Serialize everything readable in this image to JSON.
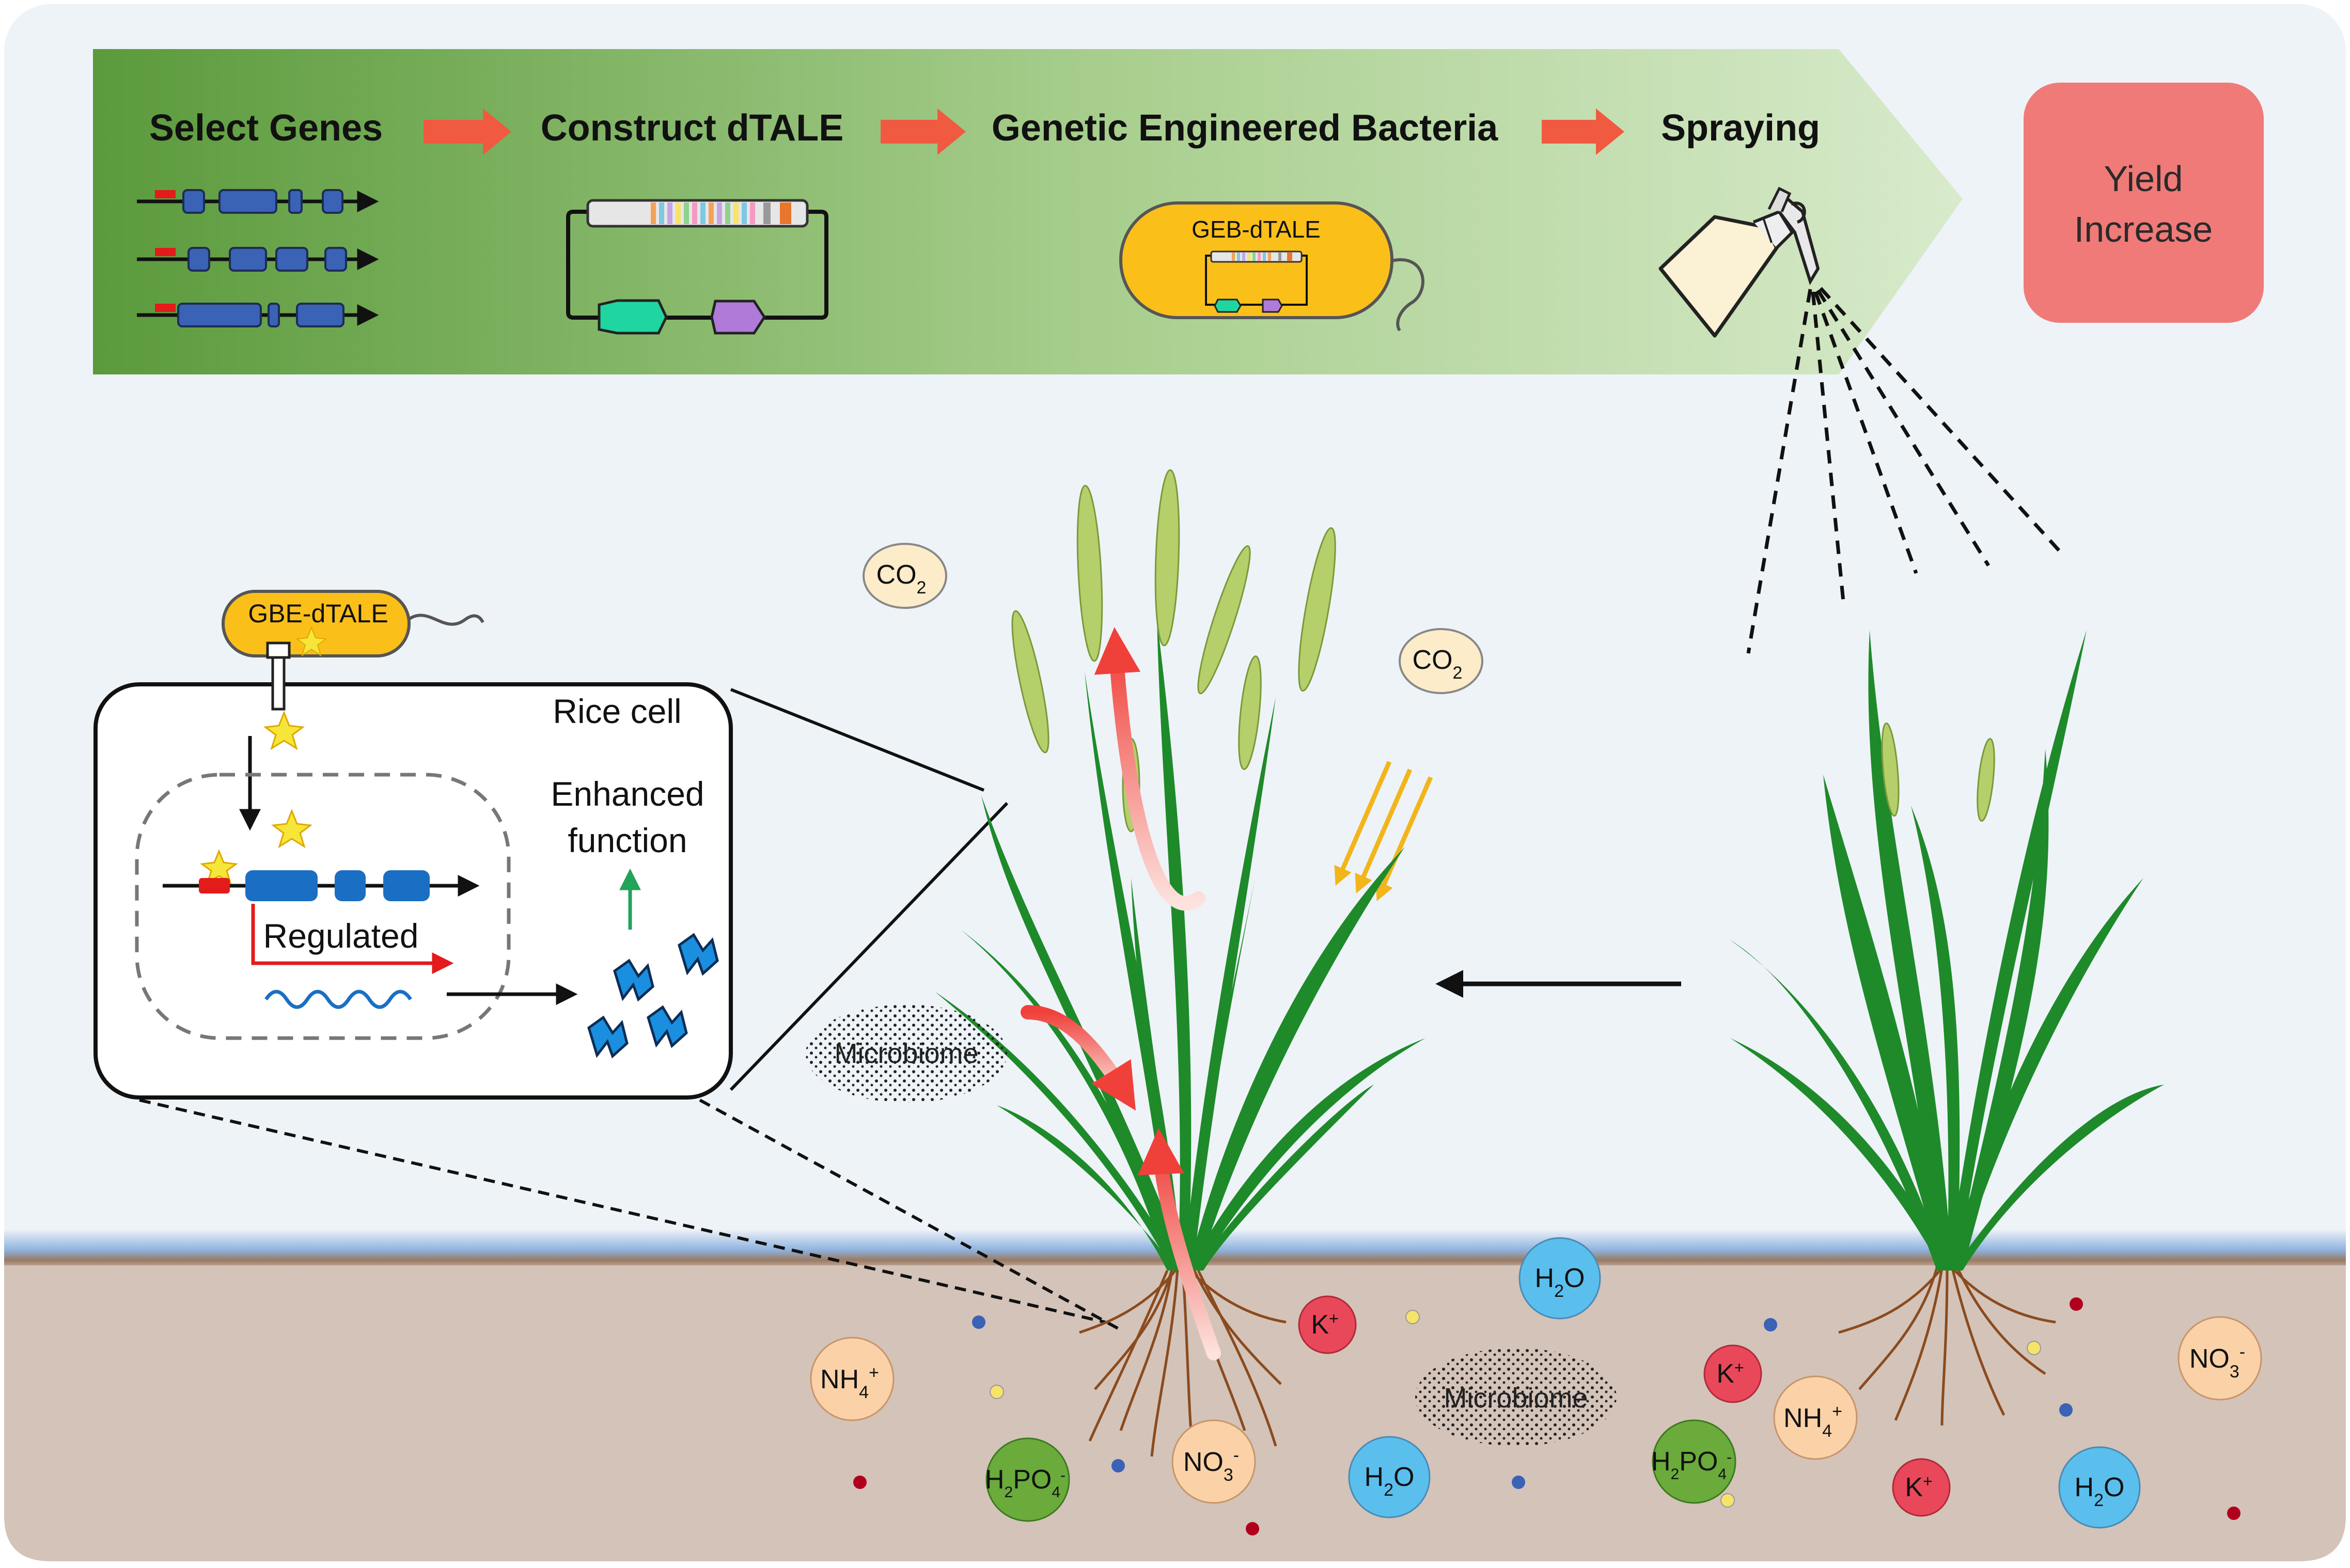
{
  "pipeline": {
    "steps": [
      {
        "label": "Select Genes"
      },
      {
        "label": "Construct dTALE"
      },
      {
        "label": "Genetic Engineered Bacteria"
      },
      {
        "label": "Spraying"
      }
    ],
    "result_line1": "Yield",
    "result_line2": "Increase",
    "bacterium_label": "GEB-dTALE"
  },
  "cell_panel": {
    "bacterium_label": "GBE-dTALE",
    "title": "Rice cell",
    "enhanced_line1": "Enhanced",
    "enhanced_line2": "function",
    "regulated_label": "Regulated"
  },
  "environment": {
    "microbiome_label": "Microbiome",
    "molecules": {
      "co2": "CO",
      "co2_sub": "2",
      "h2o_a": "H",
      "h2o_sub": "2",
      "h2o_b": "O",
      "k": "K",
      "k_sup": "+",
      "nh4": "NH",
      "nh4_sub": "4",
      "nh4_sup": "+",
      "no3": "NO",
      "no3_sub": "3",
      "no3_sup": "-",
      "h2po4_a": "H",
      "h2po4_sub1": "2",
      "h2po4_b": "PO",
      "h2po4_sub2": "4",
      "h2po4_sup": "-"
    }
  },
  "colors": {
    "banner_dark": "#5b9a3c",
    "banner_light": "#d6e8c8",
    "step_arrow": "#f05a40",
    "yield_box": "#f07a78",
    "bacterium": "#fbbf1a",
    "exon": "#3a62b5",
    "promoter": "#e31b1b",
    "soil": "#d4c3b9",
    "sky": "#eef3f8",
    "h2o": "#5bbfee",
    "k": "#e9485a",
    "nh4": "#fbd2a8",
    "h2po4": "#6aab3c",
    "co2": "#fcecc9"
  }
}
